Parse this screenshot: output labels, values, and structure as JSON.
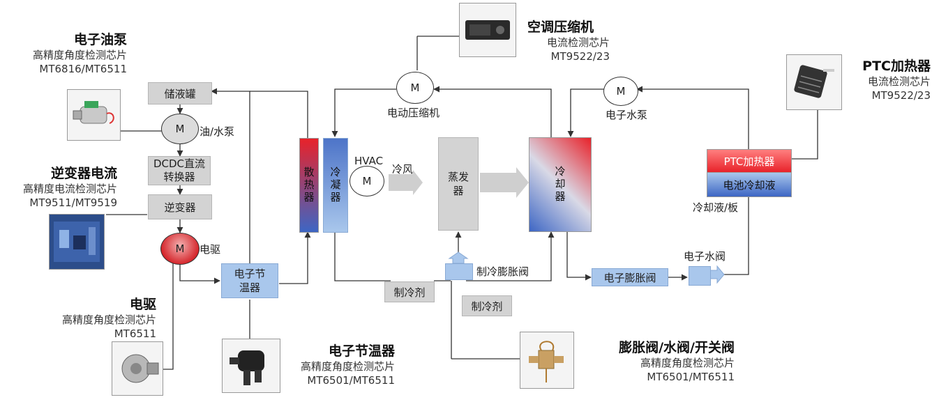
{
  "annotations": {
    "oil_pump": {
      "title": "电子油泵",
      "desc": "高精度角度检测芯片",
      "chips": "MT6816/MT6511"
    },
    "inverter": {
      "title": "逆变器电流",
      "desc": "高精度电流检测芯片",
      "chips": "MT9511/MT9519"
    },
    "edrive": {
      "title": "电驱",
      "desc": "高精度角度检测芯片",
      "chips": "MT6511"
    },
    "thermostat": {
      "title": "电子节温器",
      "desc": "高精度角度检测芯片",
      "chips": "MT6501/MT6511"
    },
    "ac_compressor": {
      "title": "空调压缩机",
      "desc": "电流检测芯片",
      "chips": "MT9522/23"
    },
    "ptc_heater": {
      "title": "PTC加热器",
      "desc": "电流检测芯片",
      "chips": "MT9522/23"
    },
    "valves": {
      "title": "膨胀阀/水阀/开关阀",
      "desc": "高精度角度检测芯片",
      "chips": "MT6501/MT6511"
    }
  },
  "blocks": {
    "reservoir": "储液罐",
    "dcdc": "DCDC直流转换器",
    "inverter": "逆变器",
    "thermostat": "电子节温器",
    "radiator": "散热器",
    "condenser": "冷凝器",
    "evaporator": "蒸发器",
    "cooler": "冷却器",
    "ptc": "PTC加热器",
    "battery_coolant": "电池冷却液",
    "ref_exp_valve": "制冷膨胀阀",
    "elec_exp_valve": "电子膨胀阀",
    "refrigerant_1": "制冷剂",
    "refrigerant_2": "制冷剂"
  },
  "labels": {
    "motor": "M",
    "oil_water_pump": "油/水泵",
    "edrive_motor": "电驱",
    "elec_compressor": "电动压缩机",
    "elec_water_pump": "电子水泵",
    "hvac": "HVAC",
    "cold_air": "冷风",
    "coolant_plate": "冷却液/板",
    "elec_water_valve": "电子水阀"
  },
  "colors": {
    "box_grey": "#d3d3d3",
    "box_blue": "#a9c7ec",
    "hot_red": "#e8222a",
    "cold_blue": "#3d66c4",
    "line": "#333333"
  }
}
